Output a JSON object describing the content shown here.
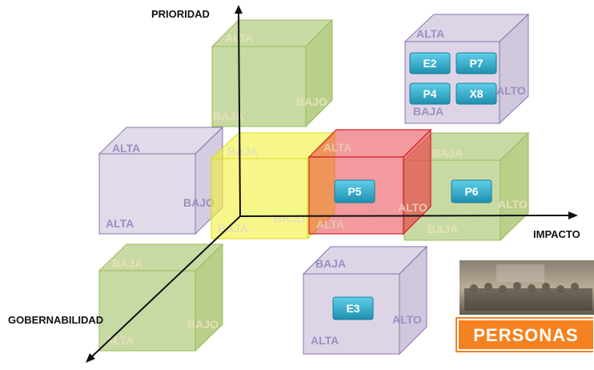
{
  "axes": {
    "priority": "PRIORIDAD",
    "impact": "IMPACTO",
    "governability": "GOBERNABILIDAD"
  },
  "colors": {
    "green": "#9bbb59",
    "purple": "#b3a2c7",
    "yellow": "#f2f23a",
    "red": "#e8474c",
    "code_box": "#31a9c8",
    "persons_banner": "#f58220",
    "label_light": "#e6e0b8",
    "label_purple": "#9d8fc3"
  },
  "cubes": {
    "top_green": {
      "label_top": "ALTA",
      "label_mid": "BAJO",
      "label_bottom": "BAJA"
    },
    "top_right_purple": {
      "label_top": "ALTA",
      "label_right": "ALTO",
      "label_bottom": "BAJA",
      "codes": [
        "E2",
        "P7",
        "P4",
        "X8"
      ]
    },
    "left_purple": {
      "label_top": "ALTA",
      "label_mid": "BAJO",
      "label_bottom": "ALTA"
    },
    "yellow": {
      "label_top": "BAJA",
      "label_mid": "BAJO",
      "label_bottom": "BAJA"
    },
    "red": {
      "label_top": "ALTA",
      "label_right": "ALTO",
      "label_bottom": "ALTA",
      "codes": [
        "P5"
      ]
    },
    "right_green": {
      "label_top": "BAJA",
      "label_right": "ALTO",
      "label_bottom": "BAJA",
      "codes": [
        "P6"
      ]
    },
    "bottom_green": {
      "label_top": "BAJA",
      "label_mid": "BAJO",
      "label_bottom": "ALTA"
    },
    "bottom_purple": {
      "label_top": "BAJA",
      "label_right": "ALTO",
      "label_bottom": "ALTA",
      "codes": [
        "E3"
      ]
    }
  },
  "persons_banner": {
    "text": "PERSONAS",
    "photo_icon": "group-photo-icon"
  }
}
